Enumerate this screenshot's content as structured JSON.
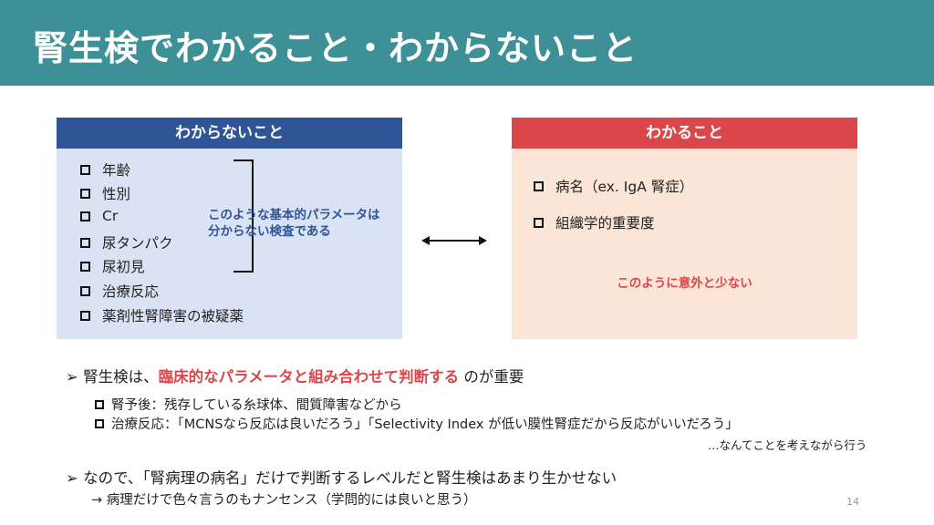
{
  "title": "腎生検でわかること・わからないこと",
  "unknown_box": {
    "header": "わからないこと",
    "items": [
      "年齢",
      "性別",
      "Cr",
      "尿タンパク",
      "尿初見",
      "治療反応",
      "薬剤性腎障害の被疑薬"
    ],
    "note_line1": "このような基本的パラメータは",
    "note_line2": "分からない検査である"
  },
  "known_box": {
    "header": "わかること",
    "items": [
      "病名（ex. IgA 腎症）",
      "組織学的重要度"
    ],
    "note": "このように意外と少ない"
  },
  "bullets": {
    "b1_pre": "腎生検は、",
    "b1_red": "臨床的なパラメータと組み合わせて判断する",
    "b1_post": " のが重要",
    "sub1": "腎予後：残存している糸球体、間質障害などから",
    "sub2": "治療反応：「MCNSなら反応は良いだろう」「Selectivity Index が低い膜性腎症だから反応がいいだろう」",
    "aside": "…なんてことを考えながら行う",
    "b2": "なので、「腎病理の病名」だけで判断するレベルだと腎生検はあまり生かせない",
    "b2_sub": "→ 病理だけで色々言うのもナンセンス（学問的には良いと思う）"
  },
  "page_number": "14"
}
